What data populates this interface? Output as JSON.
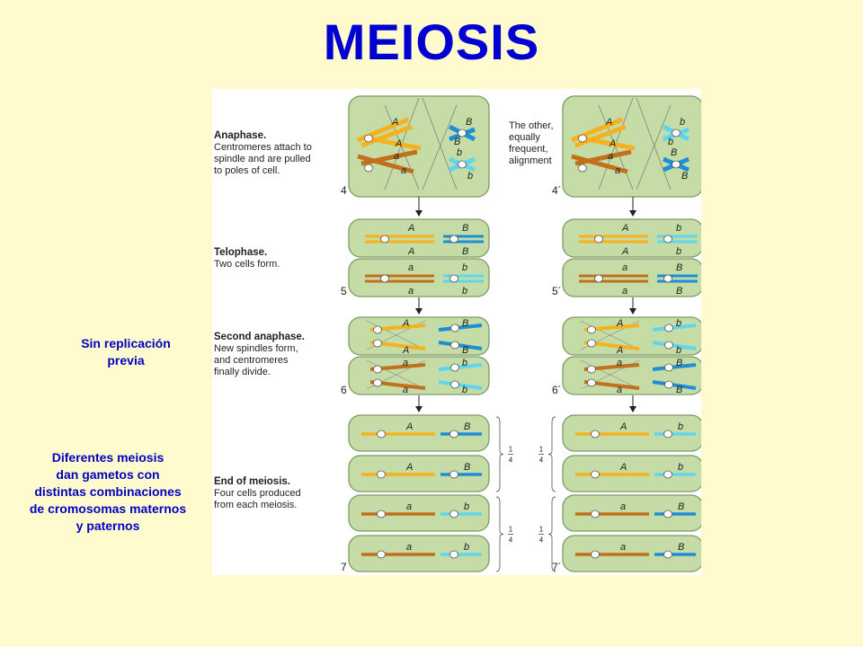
{
  "title": "MEIOSIS",
  "notes": {
    "no_replication": [
      "Sin replicación",
      "previa"
    ],
    "different_meiosis": [
      "Diferentes meiosis",
      "dan gametos con",
      "distintas combinaciones",
      "de cromosomas maternos",
      "y paternos"
    ]
  },
  "colors": {
    "panel_bg": "#ffffff",
    "cell_fill": "#c6dca6",
    "cell_stroke": "#7e9a66",
    "orange_light": "#f5b11e",
    "orange_dark": "#c2701c",
    "blue_dark": "#1c8fd6",
    "blue_light": "#5fd6ee",
    "spindle": "#777777",
    "label_text": "#222222"
  },
  "stages": {
    "anaphase": {
      "title": "Anaphase.",
      "body": [
        "Centromeres attach to",
        "spindle and are pulled",
        "to poles of cell."
      ]
    },
    "other_alignment": [
      "The other,",
      "equally",
      "frequent,",
      "alignment"
    ],
    "telophase": {
      "title": "Telophase.",
      "body": [
        "Two cells form."
      ]
    },
    "second_anaphase": {
      "title": "Second anaphase.",
      "body": [
        "New spindles form,",
        "and centromeres",
        "finally divide."
      ]
    },
    "end_of_meiosis": {
      "title": "End of meiosis.",
      "body": [
        "Four cells produced",
        "from each meiosis."
      ]
    }
  },
  "step_numbers": {
    "left": [
      "4",
      "5",
      "6",
      "7"
    ],
    "right": [
      "4´",
      "5´",
      "6´",
      "7´"
    ]
  },
  "alleles": {
    "left": {
      "anaphase": [
        "A",
        "A",
        "a",
        "a",
        "B",
        "B",
        "b",
        "b"
      ],
      "telophase": [
        [
          "A",
          "B",
          "A",
          "B"
        ],
        [
          "a",
          "b",
          "a",
          "b"
        ]
      ],
      "second_anaphase": [
        [
          "A",
          "B",
          "A",
          "B"
        ],
        [
          "a",
          "b",
          "a",
          "b"
        ]
      ],
      "end": [
        [
          "A",
          "B"
        ],
        [
          "A",
          "B"
        ],
        [
          "a",
          "b"
        ],
        [
          "a",
          "b"
        ]
      ]
    },
    "right": {
      "anaphase": [
        "A",
        "A",
        "a",
        "a",
        "b",
        "b",
        "B",
        "B"
      ],
      "telophase": [
        [
          "A",
          "b",
          "A",
          "b"
        ],
        [
          "a",
          "B",
          "a",
          "B"
        ]
      ],
      "second_anaphase": [
        [
          "A",
          "b",
          "A",
          "b"
        ],
        [
          "a",
          "B",
          "a",
          "B"
        ]
      ],
      "end": [
        [
          "A",
          "b"
        ],
        [
          "A",
          "b"
        ],
        [
          "a",
          "B"
        ],
        [
          "a",
          "B"
        ]
      ]
    }
  },
  "fractions": [
    "1",
    "4"
  ]
}
